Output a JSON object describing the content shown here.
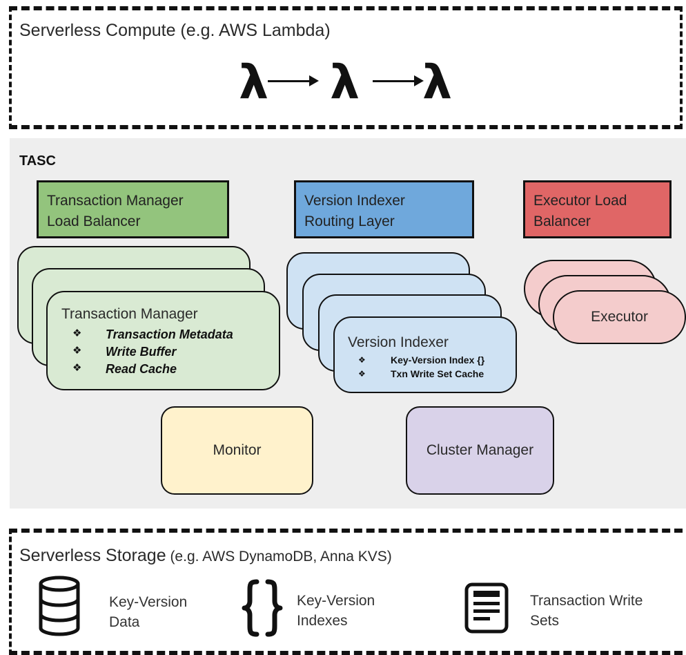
{
  "compute": {
    "title": "Serverless Compute (e.g. AWS Lambda)",
    "symbols": [
      "λ",
      "λ",
      "λ"
    ]
  },
  "tasc": {
    "title": "TASC",
    "tm_lb": [
      "Transaction Manager",
      "Load Balancer"
    ],
    "vi_lb": [
      "Version Indexer",
      "Routing Layer"
    ],
    "ex_lb": [
      "Executor Load",
      "Balancer"
    ],
    "transaction_manager": {
      "title": "Transaction Manager",
      "bullets": [
        "Transaction Metadata",
        "Write Buffer",
        "Read Cache"
      ]
    },
    "version_indexer": {
      "title": "Version Indexer",
      "bullets": [
        "Key-Version Index {}",
        "Txn Write Set Cache"
      ]
    },
    "executor": {
      "title": "Executor"
    },
    "monitor": {
      "title": "Monitor"
    },
    "cluster_manager": {
      "title": "Cluster Manager"
    },
    "colors": {
      "green_header": "#93c47d",
      "blue_header": "#6fa8dc",
      "red_header": "#e06666",
      "monitor": "#fff2cc",
      "cluster_manager": "#d9d2e9"
    }
  },
  "storage": {
    "title_main": "Serverless Storage",
    "title_sub": " (e.g. AWS DynamoDB, Anna KVS)",
    "items": [
      {
        "icon": "database-icon",
        "lines": [
          "Key-Version",
          "Data"
        ]
      },
      {
        "icon": "braces-icon",
        "lines": [
          "Key-Version",
          "Indexes"
        ]
      },
      {
        "icon": "document-icon",
        "lines": [
          "Transaction Write",
          "Sets"
        ]
      }
    ]
  }
}
